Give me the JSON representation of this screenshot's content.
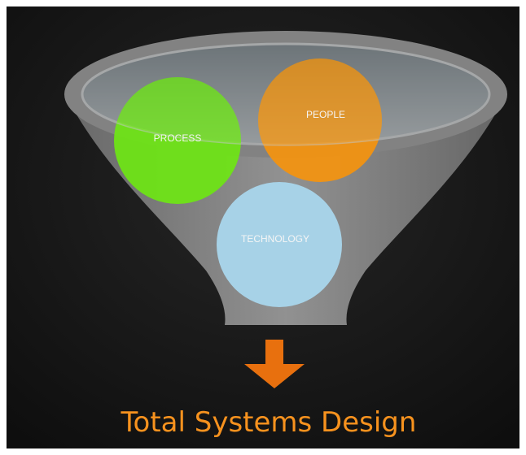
{
  "diagram": {
    "inputs": [
      {
        "label": "PROCESS",
        "color": "#6ee613"
      },
      {
        "label": "PEOPLE",
        "color": "#f5940e"
      },
      {
        "label": "TECHNOLOGY",
        "color": "#a9d6ec"
      }
    ],
    "result": {
      "label": "Total Systems Design",
      "color": "#f7921e"
    },
    "colors": {
      "background": "#161616",
      "funnel": "#8d8d8d",
      "funnel_rim": "#c2c6c8",
      "arrow": "#e8700e"
    }
  }
}
